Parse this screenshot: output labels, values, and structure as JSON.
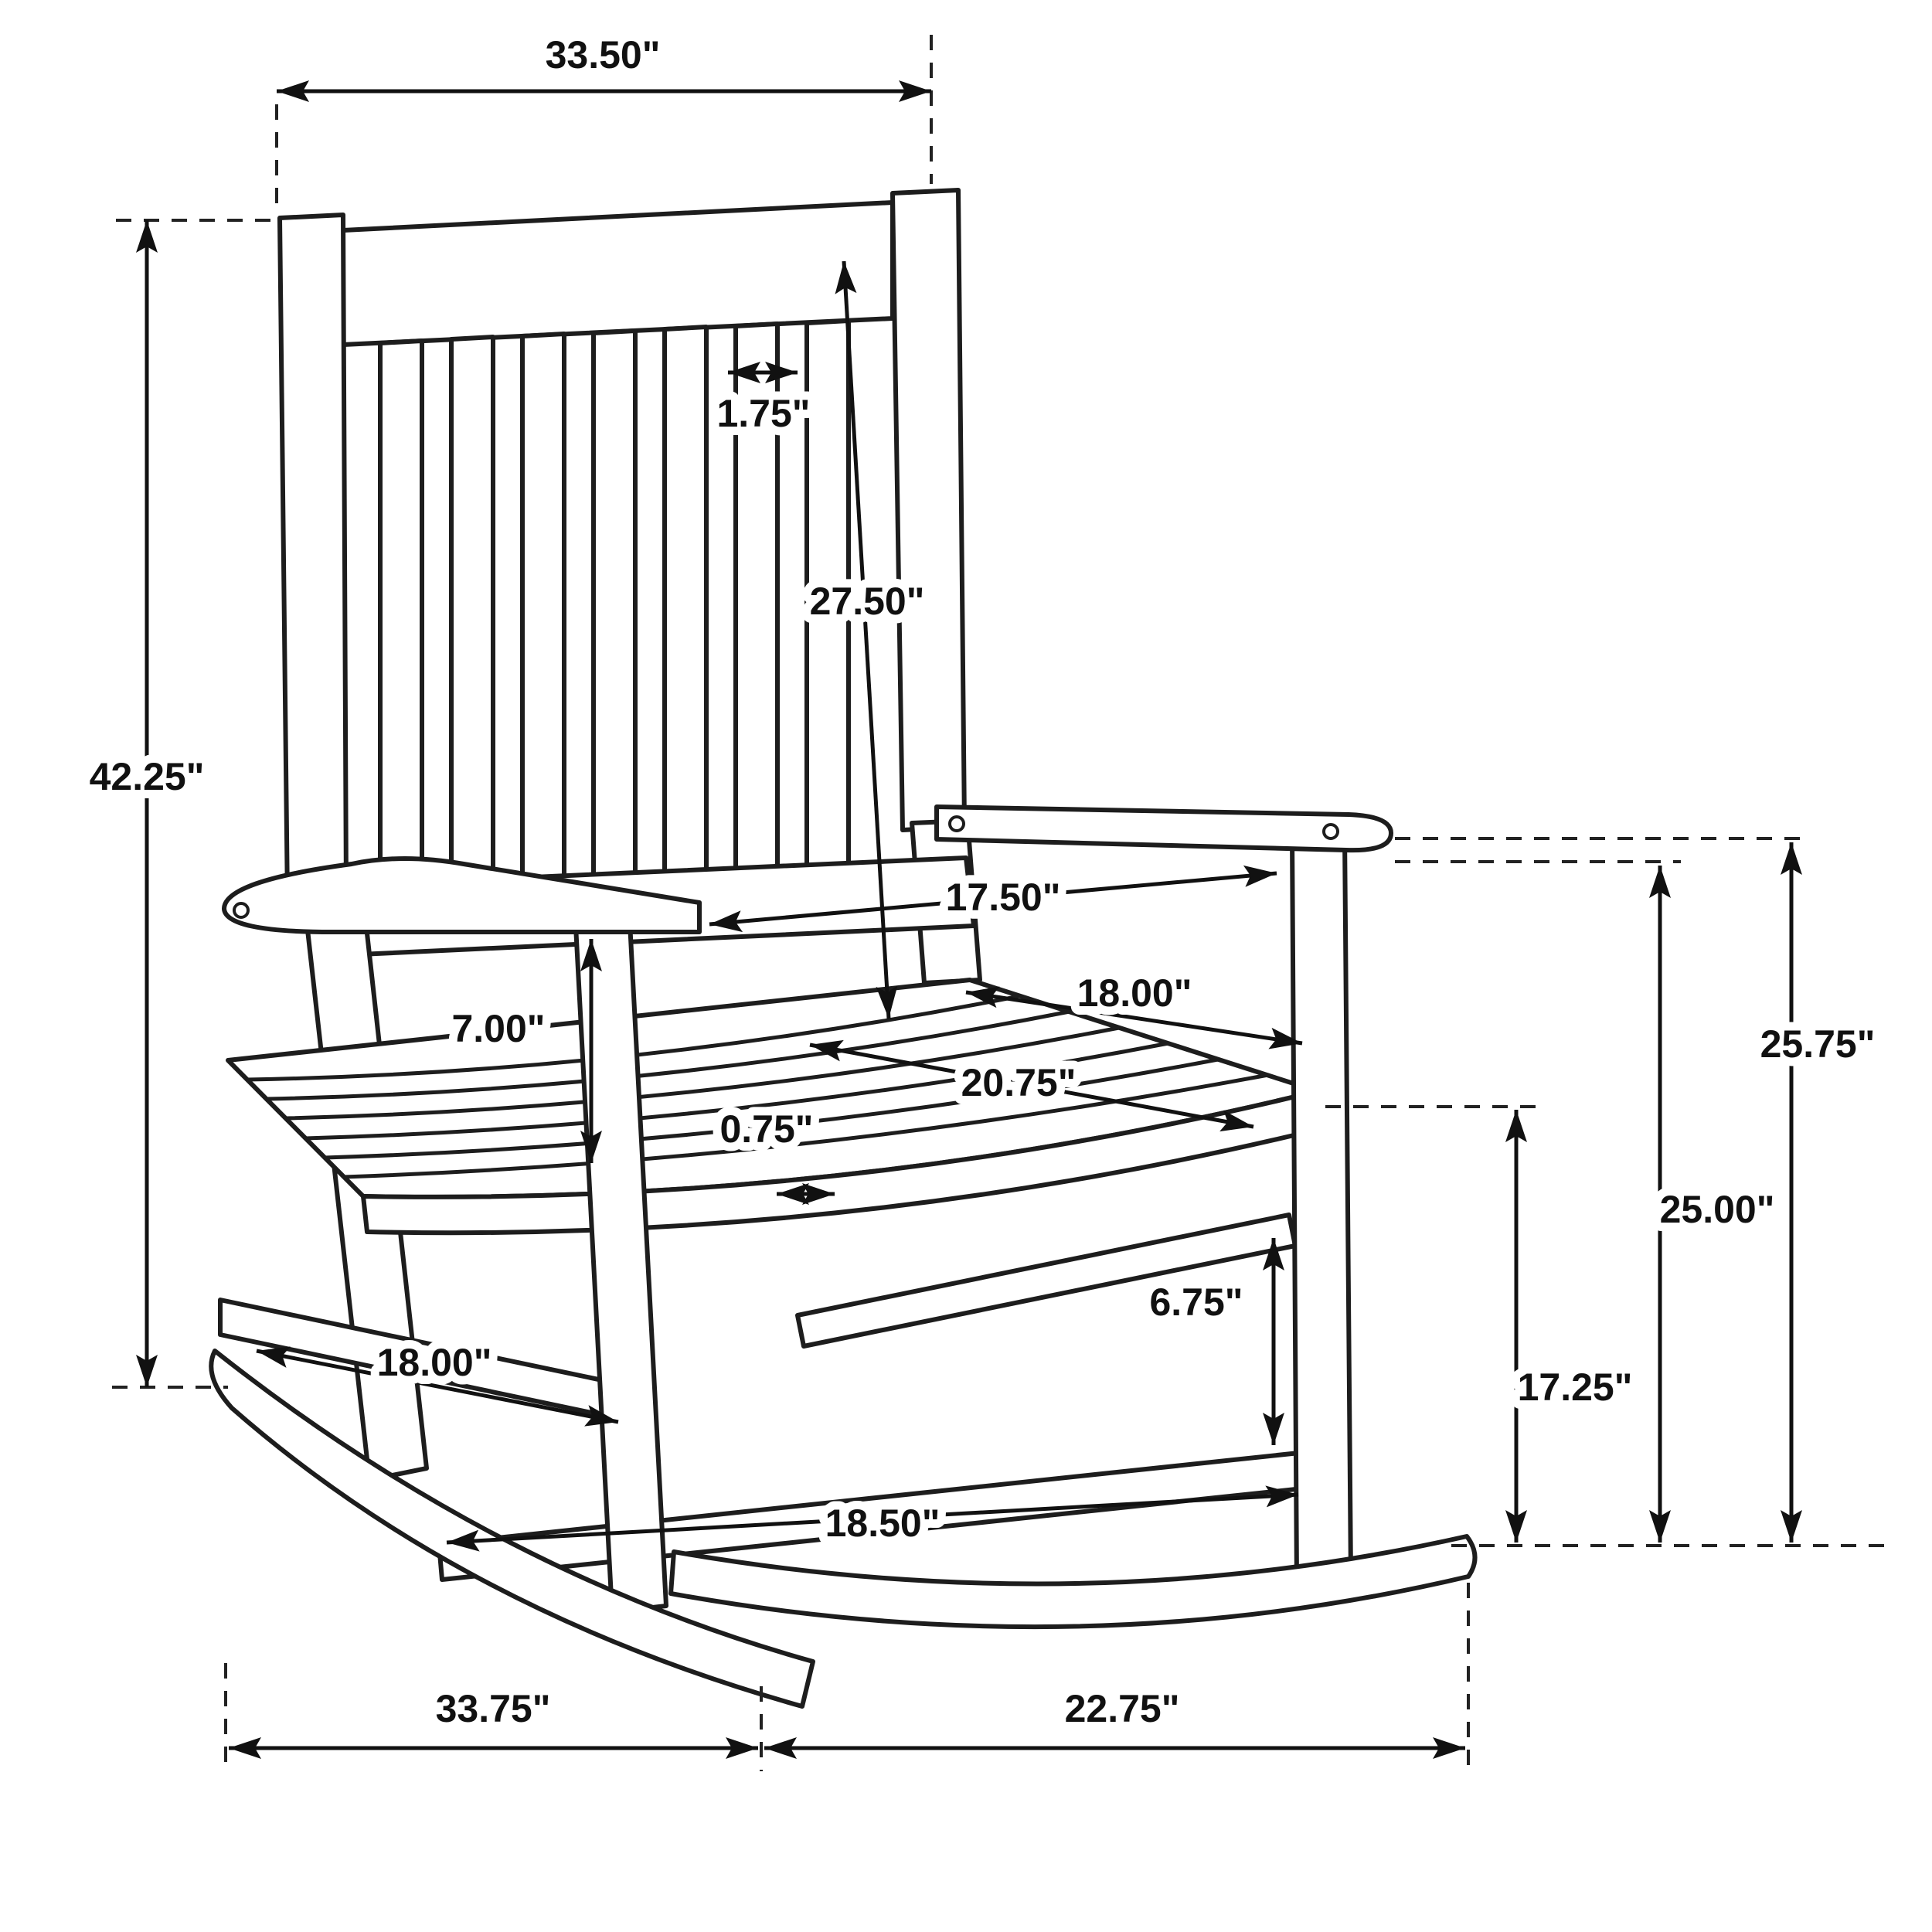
{
  "meta": {
    "title": "Rocking chair dimension diagram",
    "units": "inches"
  },
  "colors": {
    "background": "#ffffff",
    "line": "#1d1d1d",
    "dimension_text": "#111111"
  },
  "dimensions": {
    "overall_width": "33.50\"",
    "back_height": "42.25\"",
    "slat_width": "1.75\"",
    "back_inner_height": "27.50\"",
    "arm_inner_width": "17.50\"",
    "seat_depth": "18.00\"",
    "seat_width": "20.75\"",
    "arm_to_seat_height": "7.00\"",
    "seat_slat_gap": "0.75\"",
    "stretcher_gap": "6.75\"",
    "side_stretcher_length": "18.00\"",
    "bottom_stretcher_length": "18.50\"",
    "seat_height": "17.25\"",
    "arm_height": "25.00\"",
    "side_overall_height": "25.75\"",
    "rocker_front_length": "33.75\"",
    "rocker_back_length": "22.75\""
  }
}
